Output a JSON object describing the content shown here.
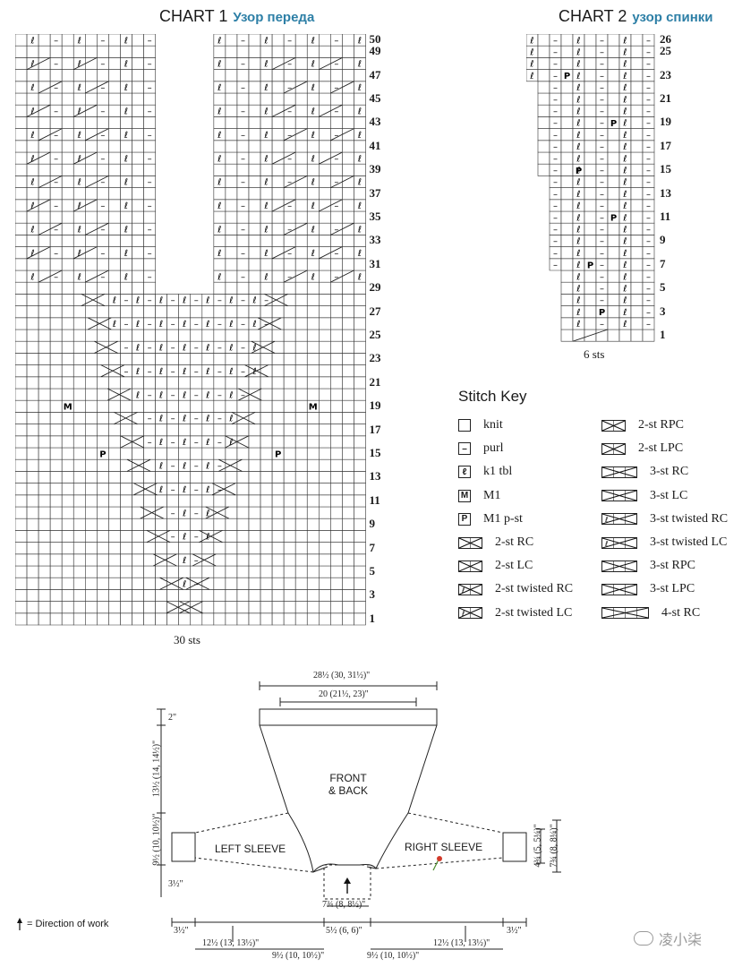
{
  "chart1": {
    "title": "CHART 1",
    "title_ru": "Узор переда",
    "row_labels": [
      "50",
      "49",
      "47",
      "45",
      "43",
      "41",
      "39",
      "37",
      "35",
      "33",
      "31",
      "29",
      "27",
      "25",
      "23",
      "21",
      "19",
      "17",
      "15",
      "13",
      "11",
      "9",
      "7",
      "5",
      "3",
      "1"
    ],
    "width_label": "30 sts",
    "symbols": {
      "tbl": "ℓ",
      "purl": "–",
      "m1": "M",
      "m1p": "P"
    }
  },
  "chart2": {
    "title": "CHART 2",
    "title_ru": "узор спинки",
    "row_labels": [
      "26",
      "25",
      "23",
      "21",
      "19",
      "17",
      "15",
      "13",
      "11",
      "9",
      "7",
      "5",
      "3",
      "1"
    ],
    "width_label": "6 sts"
  },
  "stitch_key": {
    "title": "Stitch Key",
    "left": [
      {
        "sym": "",
        "kind": "knit",
        "label": "knit"
      },
      {
        "sym": "–",
        "kind": "purl",
        "label": "purl"
      },
      {
        "sym": "ℓ",
        "kind": "tbl",
        "label": "k1 tbl"
      },
      {
        "sym": "M",
        "kind": "letter",
        "label": "M1"
      },
      {
        "sym": "P",
        "kind": "letter",
        "label": "M1 p-st"
      },
      {
        "sym": "",
        "kind": "rc",
        "label": "2-st RC"
      },
      {
        "sym": "",
        "kind": "lc",
        "label": "2-st LC"
      },
      {
        "sym": "",
        "kind": "trc",
        "label": "2-st twisted RC"
      },
      {
        "sym": "",
        "kind": "tlc",
        "label": "2-st twisted LC"
      }
    ],
    "right": [
      {
        "w": 2,
        "kind": "rpc",
        "label": "2-st RPC"
      },
      {
        "w": 2,
        "kind": "lpc",
        "label": "2-st LPC"
      },
      {
        "w": 3,
        "kind": "rc3",
        "label": "3-st RC"
      },
      {
        "w": 3,
        "kind": "lc3",
        "label": "3-st LC"
      },
      {
        "w": 3,
        "kind": "trc3",
        "label": "3-st twisted RC"
      },
      {
        "w": 3,
        "kind": "tlc3",
        "label": "3-st twisted LC"
      },
      {
        "w": 3,
        "kind": "rpc3",
        "label": "3-st RPC"
      },
      {
        "w": 3,
        "kind": "lpc3",
        "label": "3-st LPC"
      },
      {
        "w": 4,
        "kind": "rc4",
        "label": "4-st RC"
      }
    ]
  },
  "schematic": {
    "top_width": "28½ (30, 31½)\"",
    "neck_width": "20 (21½, 23)\"",
    "ribbing_height": "2\"",
    "body_height": "13½ (14, 14½)\"",
    "sleeve_height": "9½ (10, 10½)\"",
    "cuff_height": "3½\"",
    "front_back": "FRONT\n& BACK",
    "left_sleeve": "LEFT SLEEVE",
    "right_sleeve": "RIGHT SLEEVE",
    "right_inner": "4¾ (5, 5¼)\"",
    "right_outer": "7¾ (8, 8¼)\"",
    "bottom_center": "7¾ (8, 8½)\"",
    "direction_legend": "= Direction of work",
    "bottom_row1": [
      "3½\"",
      "5½ (6, 6)\"",
      "3½\""
    ],
    "bottom_row2": [
      "12½ (13, 13½)\"",
      "12½ (13, 13½)\""
    ],
    "bottom_row3": [
      "9½ (10, 10½)\"",
      "9½ (10, 10½)\""
    ]
  },
  "watermark": "凌小柒"
}
